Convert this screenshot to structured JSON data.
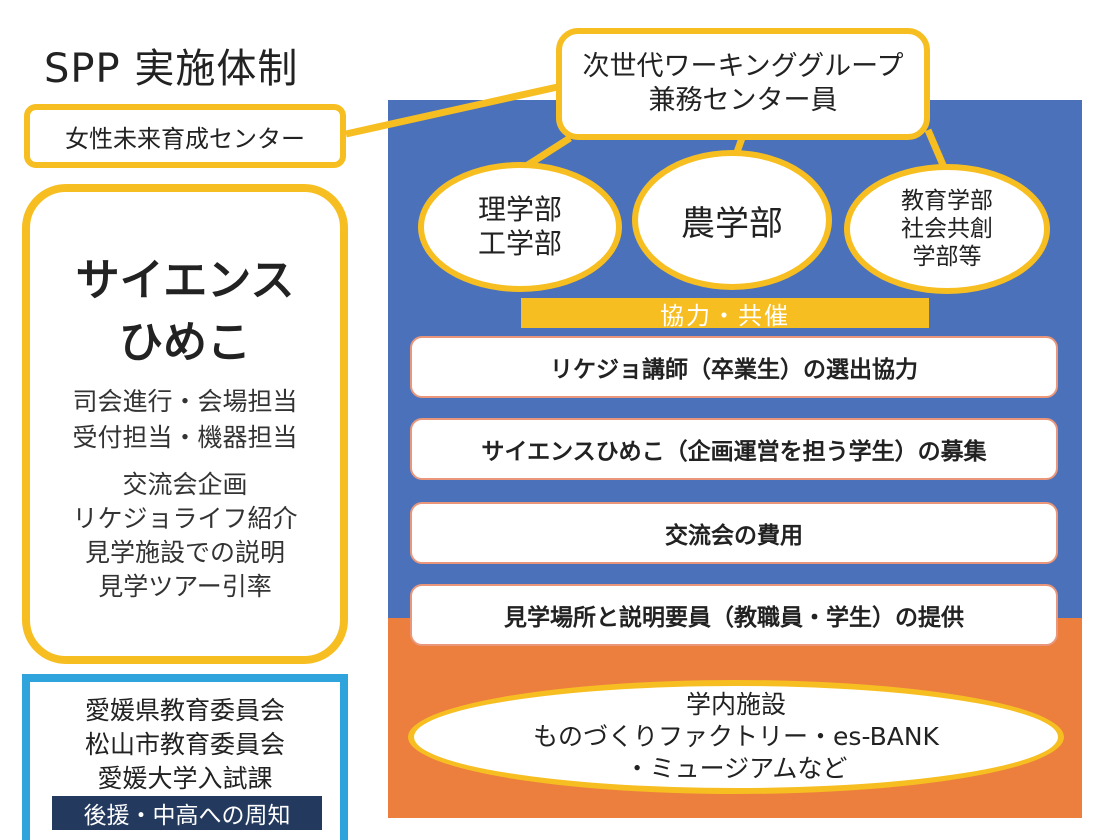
{
  "title": "SPP 実施体制",
  "working_group": {
    "line1": "次世代ワーキンググループ",
    "line2": "兼務センター員"
  },
  "center": "女性未来育成センター",
  "faculties": {
    "f1": {
      "line1": "理学部",
      "line2": "工学部"
    },
    "f2": "農学部",
    "f3": {
      "line1": "教育学部",
      "line2": "社会共創",
      "line3": "学部等"
    }
  },
  "cooperation": "協力・共催",
  "roles": [
    "リケジョ講師（卒業生）の選出協力",
    "サイエンスひめこ（企画運営を担う学生）の募集",
    "交流会の費用",
    "見学場所と説明要員（教職員・学生）の提供"
  ],
  "campus": {
    "line1": "学内施設",
    "line2": "ものづくりファクトリー・es-BANK",
    "line3": "・ミュージアムなど"
  },
  "science_himeko": {
    "title1": "サイエンス",
    "title2": "ひめこ",
    "duties1": [
      "司会進行・会場担当",
      "受付担当・機器担当"
    ],
    "duties2": [
      "交流会企画",
      "リケジョライフ紹介",
      "見学施設での説明",
      "見学ツアー引率"
    ]
  },
  "support": {
    "orgs": [
      "愛媛県教育委員会",
      "松山市教育委員会",
      "愛媛大学入試課"
    ],
    "label": "後援・中高への周知"
  },
  "colors": {
    "yellow": "#f7be21",
    "blue_bg": "#4a71b9",
    "orange_bg": "#ec7f3d",
    "cyan": "#2ea3dc",
    "navy": "#23395d"
  }
}
